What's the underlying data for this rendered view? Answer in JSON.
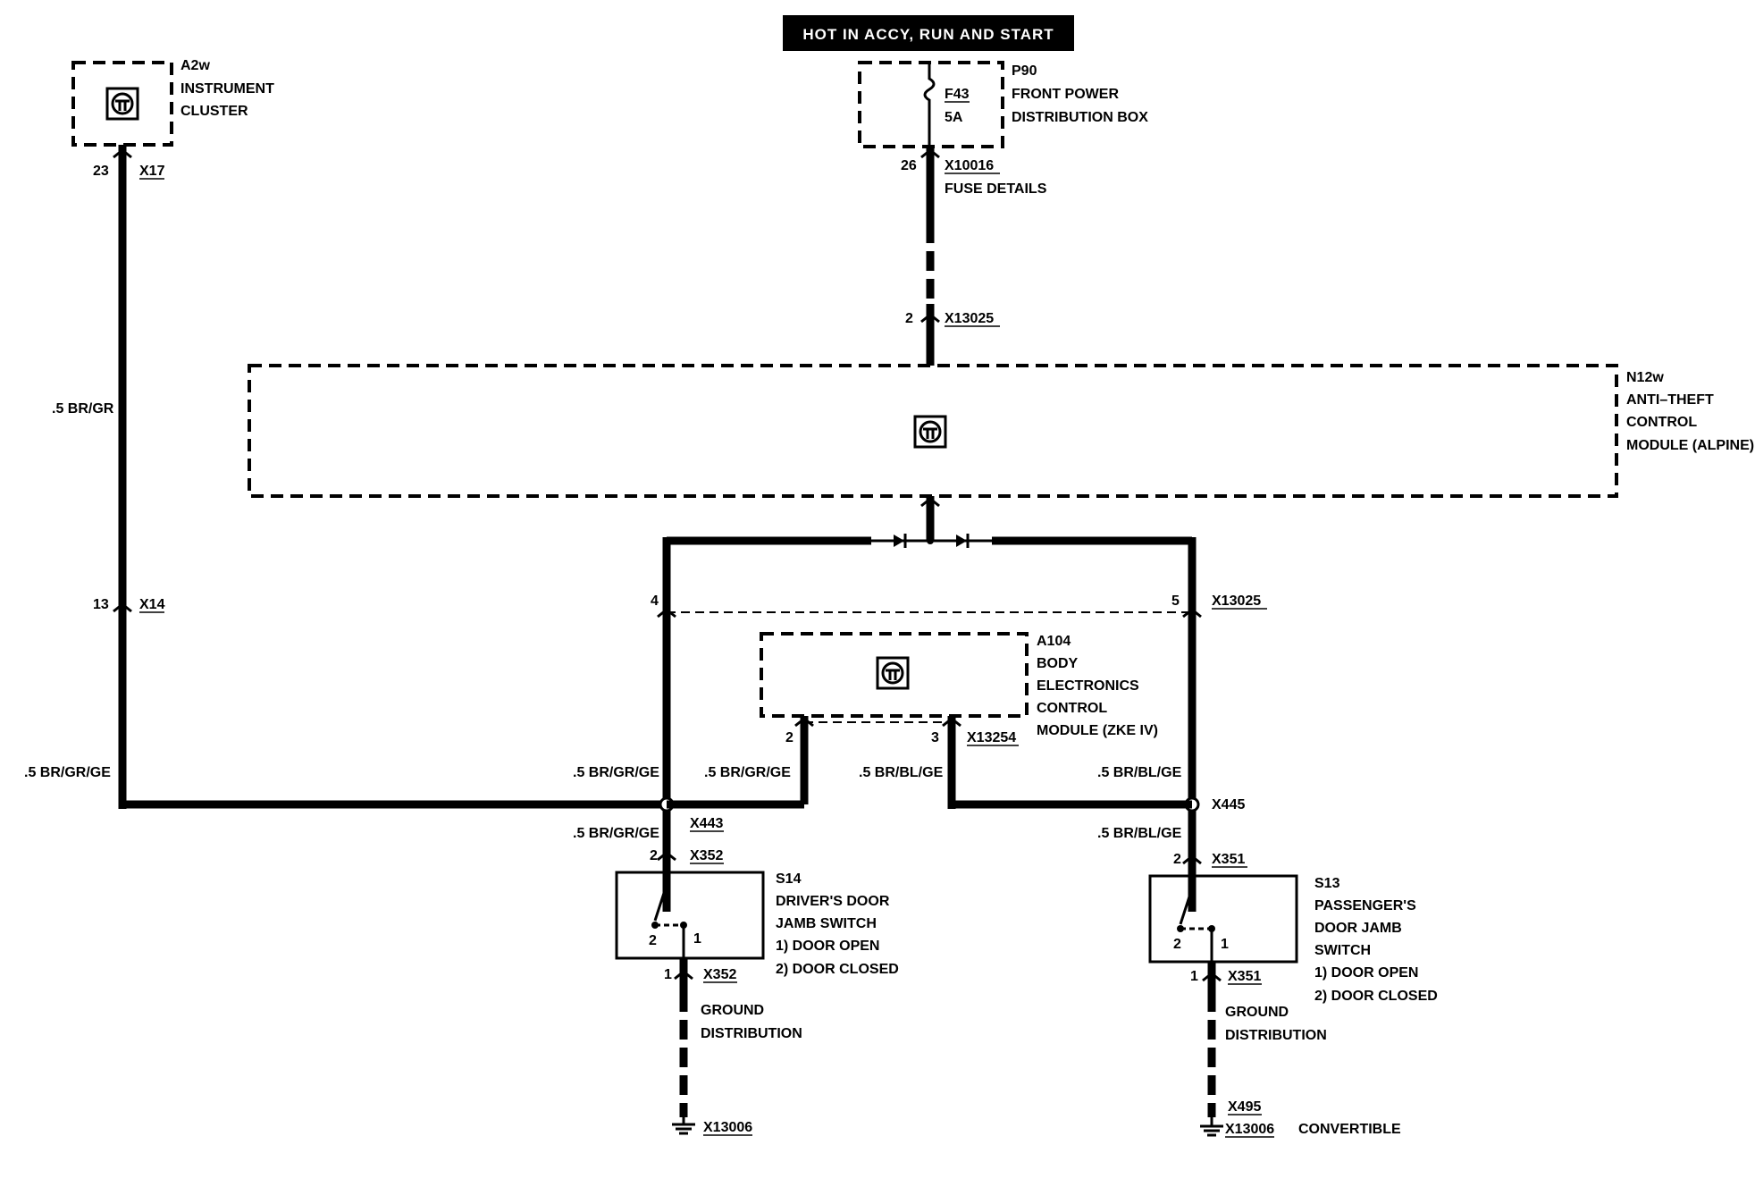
{
  "header": {
    "banner": "HOT IN ACCY, RUN AND START"
  },
  "components": {
    "a2w": {
      "id": "A2w",
      "line1": "INSTRUMENT",
      "line2": "CLUSTER"
    },
    "p90": {
      "id": "P90",
      "line1": "FRONT POWER",
      "line2": "DISTRIBUTION BOX",
      "fuse_id": "F43",
      "fuse_rating": "5A"
    },
    "n12w": {
      "id": "N12w",
      "line1": "ANTI–THEFT",
      "line2": "CONTROL",
      "line3": "MODULE (ALPINE)"
    },
    "a104": {
      "id": "A104",
      "line1": "BODY",
      "line2": "ELECTRONICS",
      "line3": "CONTROL",
      "line4": "MODULE (ZKE IV)"
    },
    "s14": {
      "id": "S14",
      "line1": "DRIVER'S DOOR",
      "line2": "JAMB SWITCH",
      "opt1": "1)   DOOR OPEN",
      "opt2": "2)   DOOR CLOSED"
    },
    "s13": {
      "id": "S13",
      "line1": "PASSENGER'S",
      "line2": "DOOR JAMB",
      "line3": "SWITCH",
      "opt1": "1)   DOOR OPEN",
      "opt2": "2)   DOOR CLOSED"
    }
  },
  "connectors": {
    "x17": {
      "name": "X17",
      "pin": "23"
    },
    "x10016": {
      "name": "X10016",
      "pin": "26",
      "note": "FUSE DETAILS"
    },
    "x13025_top": {
      "name": "X13025",
      "pin": "2"
    },
    "x14": {
      "name": "X14",
      "pin": "13"
    },
    "x13025_mid": {
      "name": "X13025",
      "pin_left": "4",
      "pin_right": "5"
    },
    "x13254": {
      "name": "X13254",
      "pin_left": "2",
      "pin_right": "3"
    },
    "x443": {
      "name": "X443"
    },
    "x445": {
      "name": "X445"
    },
    "x352_top": {
      "name": "X352",
      "pin": "2"
    },
    "x352_bot": {
      "name": "X352",
      "pin": "1"
    },
    "x351_top": {
      "name": "X351",
      "pin": "2"
    },
    "x351_bot": {
      "name": "X351",
      "pin": "1"
    },
    "x13006_left": {
      "name": "X13006"
    },
    "x13006_right": {
      "name": "X13006"
    },
    "x495": {
      "name": "X495"
    }
  },
  "switch_pins": {
    "pin1": "1",
    "pin2": "2"
  },
  "wires": {
    "w_left_vertical": ".5 BR/GR",
    "w_left_bottom": ".5 BR/GR/GE",
    "w_center_left": ".5 BR/GR/GE",
    "w_zke_pin2": ".5 BR/GR/GE",
    "w_zke_pin3": ".5 BR/BL/GE",
    "w_center_right": ".5 BR/BL/GE",
    "w_s14_feed": ".5 BR/GR/GE",
    "w_s13_feed": ".5 BR/BL/GE"
  },
  "ground": {
    "left_label1": "GROUND",
    "left_label2": "DISTRIBUTION",
    "right_label1": "GROUND",
    "right_label2": "DISTRIBUTION",
    "convertible": "CONVERTIBLE"
  }
}
